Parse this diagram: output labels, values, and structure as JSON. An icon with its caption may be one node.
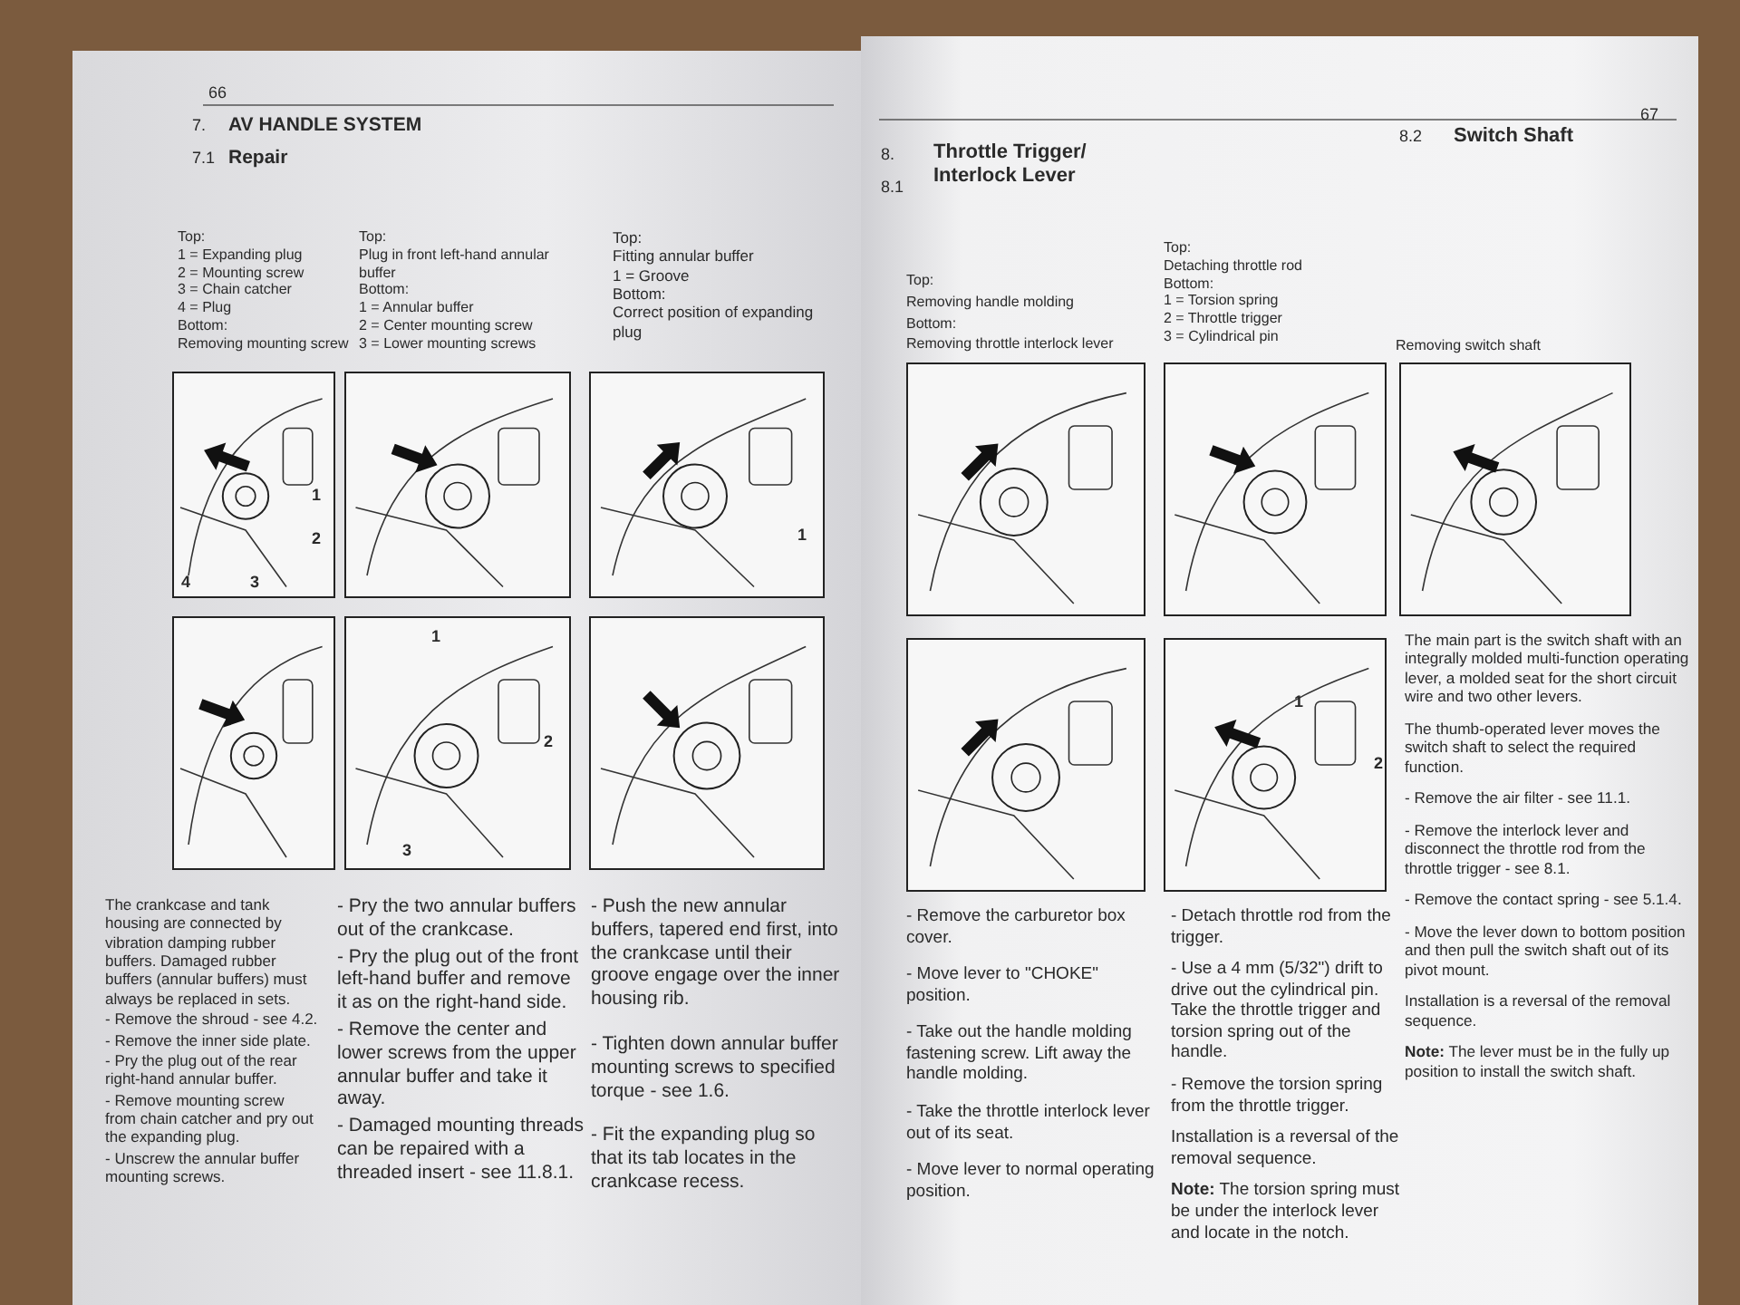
{
  "diagram": {
    "labels": [
      "66",
      "7.",
      "AV HANDLE SYSTEM",
      "7.1",
      "Repair",
      "Top:",
      "1 = Expanding plug",
      "2 = Mounting screw",
      "3 = Chain catcher",
      "4 = Plug",
      "Bottom:",
      "Removing mounting screw",
      "Top:",
      "Plug in front left-hand annular buffer",
      "Bottom:",
      "1 = Annular buffer",
      "2 = Center mounting screw",
      "3 = Lower mounting screws",
      "Top:",
      "Fitting annular buffer",
      "1 = Groove",
      "Bottom:",
      "Correct position of expanding plug",
      "1",
      "2",
      "3",
      "4",
      "1",
      "1",
      "2",
      "3",
      "The crankcase and tank housing are connected by vibration damping rubber buffers. Damaged rubber buffers (annular buffers) must always be replaced in sets.",
      "- Remove the shroud - see 4.2.",
      "- Remove the inner side plate.",
      "- Pry the plug out of the rear right-hand annular buffer.",
      "- Remove mounting screw from chain catcher and pry out the expanding plug.",
      "- Unscrew the annular buffer mounting screws.",
      "- Pry the two annular buffers out of the crankcase.",
      "- Pry the plug out of the front left-hand buffer and remove it as on the right-hand side.",
      "- Remove the center and lower screws from the upper annular buffer and take it away.",
      "- Damaged mounting threads can be repaired with a threaded insert - see 11.8.1.",
      "- Push the new annular buffers, tapered end first, into the crankcase until their groove engage over the inner housing rib.",
      "- Tighten down annular buffer mounting screws to specified torque - see 1.6.",
      "- Fit the expanding plug so that its tab locates in the crankcase recess.",
      "8.",
      "8.1",
      "Throttle Trigger/ Interlock Lever",
      "8.2",
      "Switch Shaft",
      "67",
      "Top:",
      "Removing handle molding",
      "Bottom:",
      "Removing throttle interlock lever",
      "Top:",
      "Detaching throttle rod",
      "Bottom:",
      "1 = Torsion spring",
      "2 = Throttle trigger",
      "3 = Cylindrical pin",
      "Removing switch shaft",
      "1",
      "2",
      "- Remove the carburetor box cover.",
      "- Move lever to \"CHOKE\" position.",
      "- Take out the handle molding fastening screw. Lift away the handle molding.",
      "- Take the throttle interlock lever out of its seat.",
      "- Move lever to normal operating position.",
      "- Detach throttle rod from the trigger.",
      "- Use a 4 mm (5/32\") drift to drive out the cylindrical pin. Take the throttle trigger and torsion spring out of the handle.",
      "- Remove the torsion spring from the throttle trigger.",
      "Installation is a reversal of the removal sequence.",
      "**Note:** The torsion spring must be under the interlock lever and locate in the notch.",
      "The main part is the switch shaft with an integrally molded multi-function operating lever, a molded seat for the short circuit wire and two other levers.",
      "The thumb-operated lever moves the switch shaft to select the required function.",
      "- Remove the air filter - see 11.1.",
      "- Remove the interlock lever and disconnect the throttle rod from the throttle trigger - see 8.1.",
      "- Remove the contact spring - see 5.1.4.",
      "- Move the lever down to bottom position and then pull the switch shaft out of its pivot mount.",
      "Installation is a reversal of the removal sequence.",
      "**Note:** The lever must be in the fully up position to install the switch shaft."
    ]
  }
}
